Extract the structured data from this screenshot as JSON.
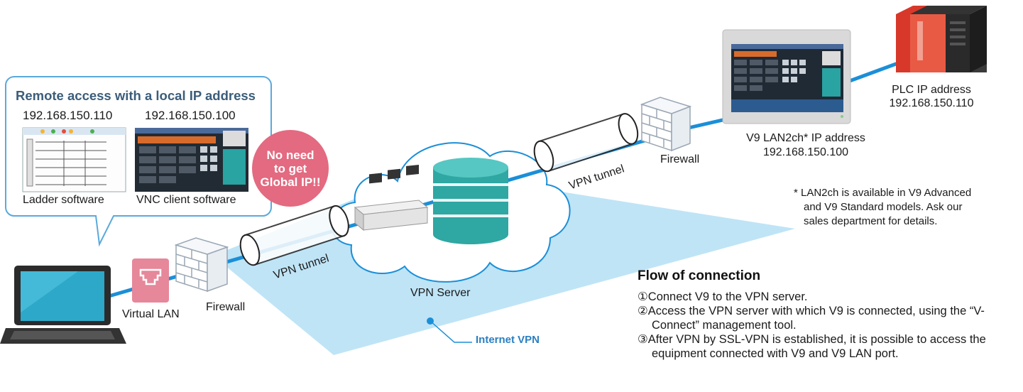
{
  "callout": {
    "title": "Remote access with a local IP address",
    "ip_left": "192.168.150.110",
    "ip_right": "192.168.150.100",
    "ladder_label": "Ladder software",
    "vnc_label": "VNC client software"
  },
  "badge": {
    "line1": "No need",
    "line2": "to get",
    "line3": "Global IP!!"
  },
  "labels": {
    "virtual_lan": "Virtual LAN",
    "firewall_left": "Firewall",
    "firewall_right": "Firewall",
    "vpn_tunnel_left": "VPN tunnel",
    "vpn_tunnel_right": "VPN tunnel",
    "vpn_server": "VPN Server",
    "internet_vpn": "Internet VPN",
    "v9_ip_title": "V9 LAN2ch* IP address",
    "v9_ip": "192.168.150.100",
    "plc_ip_title": "PLC IP address",
    "plc_ip": "192.168.150.110"
  },
  "note": {
    "line1": "* LAN2ch is available in V9 Advanced",
    "line2": "and V9 Standard models. Ask our",
    "line3": "sales department for details."
  },
  "flow": {
    "title": "Flow of connection",
    "steps": [
      "①Connect V9 to the VPN server.",
      "②Access the VPN server with which V9 is connected, using the “V-Connect” management tool.",
      "③After VPN by SSL-VPN is established, it is possible to access the equipment connected with V9 and V9 LAN port."
    ]
  },
  "colors": {
    "cable": "#1b8fd8",
    "internet_area": "#bfe4f6",
    "badge": "#e36a80",
    "server": "#2fa7a3"
  }
}
